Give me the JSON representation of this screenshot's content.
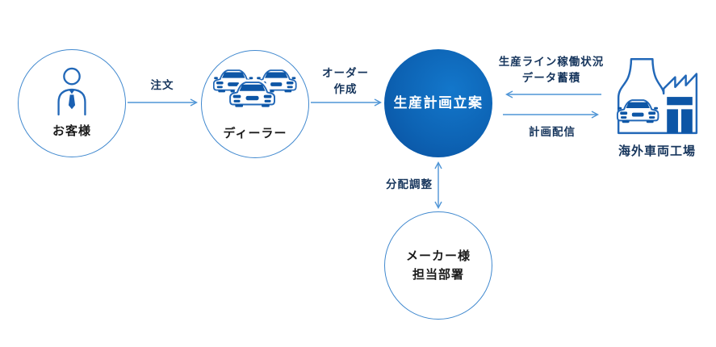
{
  "diagram_title": "production-planning-flow",
  "colors": {
    "connector_line": "#4f95d6",
    "circle_stroke": "#4189cf",
    "icon_stroke": "#2268b8",
    "icon_fill": "#0d56a6",
    "node_label": "#1b1b1b",
    "arrow_label": "#16355c",
    "planning_gradient_light": "#1377cb",
    "planning_gradient_dark": "#094f9e",
    "planning_text": "#ffffff"
  },
  "nodes": {
    "customer": {
      "label": "お客様",
      "icon": "person-icon"
    },
    "dealer": {
      "label": "ディーラー",
      "icon": "cars-icon"
    },
    "planning": {
      "label": "生産計画立案"
    },
    "factory": {
      "label": "海外車両工場",
      "icon": "factory-icon"
    },
    "maker": {
      "label_line1": "メーカー様",
      "label_line2": "担当部署"
    }
  },
  "arrows": {
    "order": {
      "label": "注文",
      "from": "customer",
      "to": "dealer",
      "direction": "right"
    },
    "order_create": {
      "label_line1": "オーダー",
      "label_line2": "作成",
      "from": "dealer",
      "to": "planning",
      "direction": "right"
    },
    "line_status": {
      "label_line1": "生産ライン稼働状況",
      "label_line2": "データ蓄積",
      "from": "factory",
      "to": "planning",
      "direction": "left"
    },
    "plan_delivery": {
      "label": "計画配信",
      "from": "planning",
      "to": "factory",
      "direction": "right"
    },
    "allocation": {
      "label": "分配調整",
      "from": "planning",
      "to": "maker",
      "direction": "both"
    }
  }
}
